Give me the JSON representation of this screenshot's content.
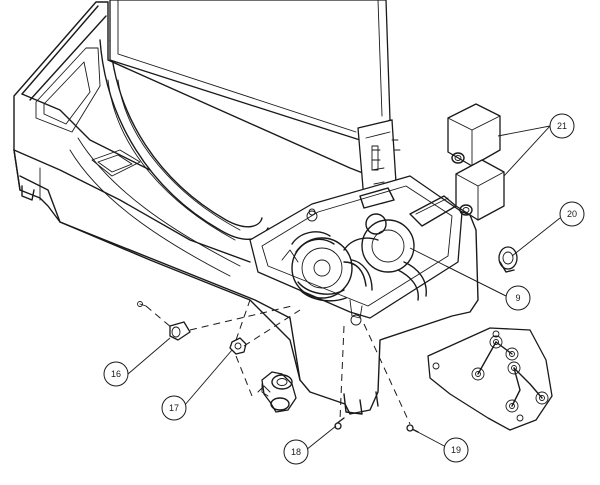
{
  "diagram": {
    "callouts": [
      {
        "id": "c16",
        "label": "16"
      },
      {
        "id": "c17",
        "label": "17"
      },
      {
        "id": "c18",
        "label": "18"
      },
      {
        "id": "c19",
        "label": "19"
      },
      {
        "id": "c9",
        "label": "9"
      },
      {
        "id": "c20",
        "label": "20"
      },
      {
        "id": "c21",
        "label": "21"
      }
    ]
  }
}
